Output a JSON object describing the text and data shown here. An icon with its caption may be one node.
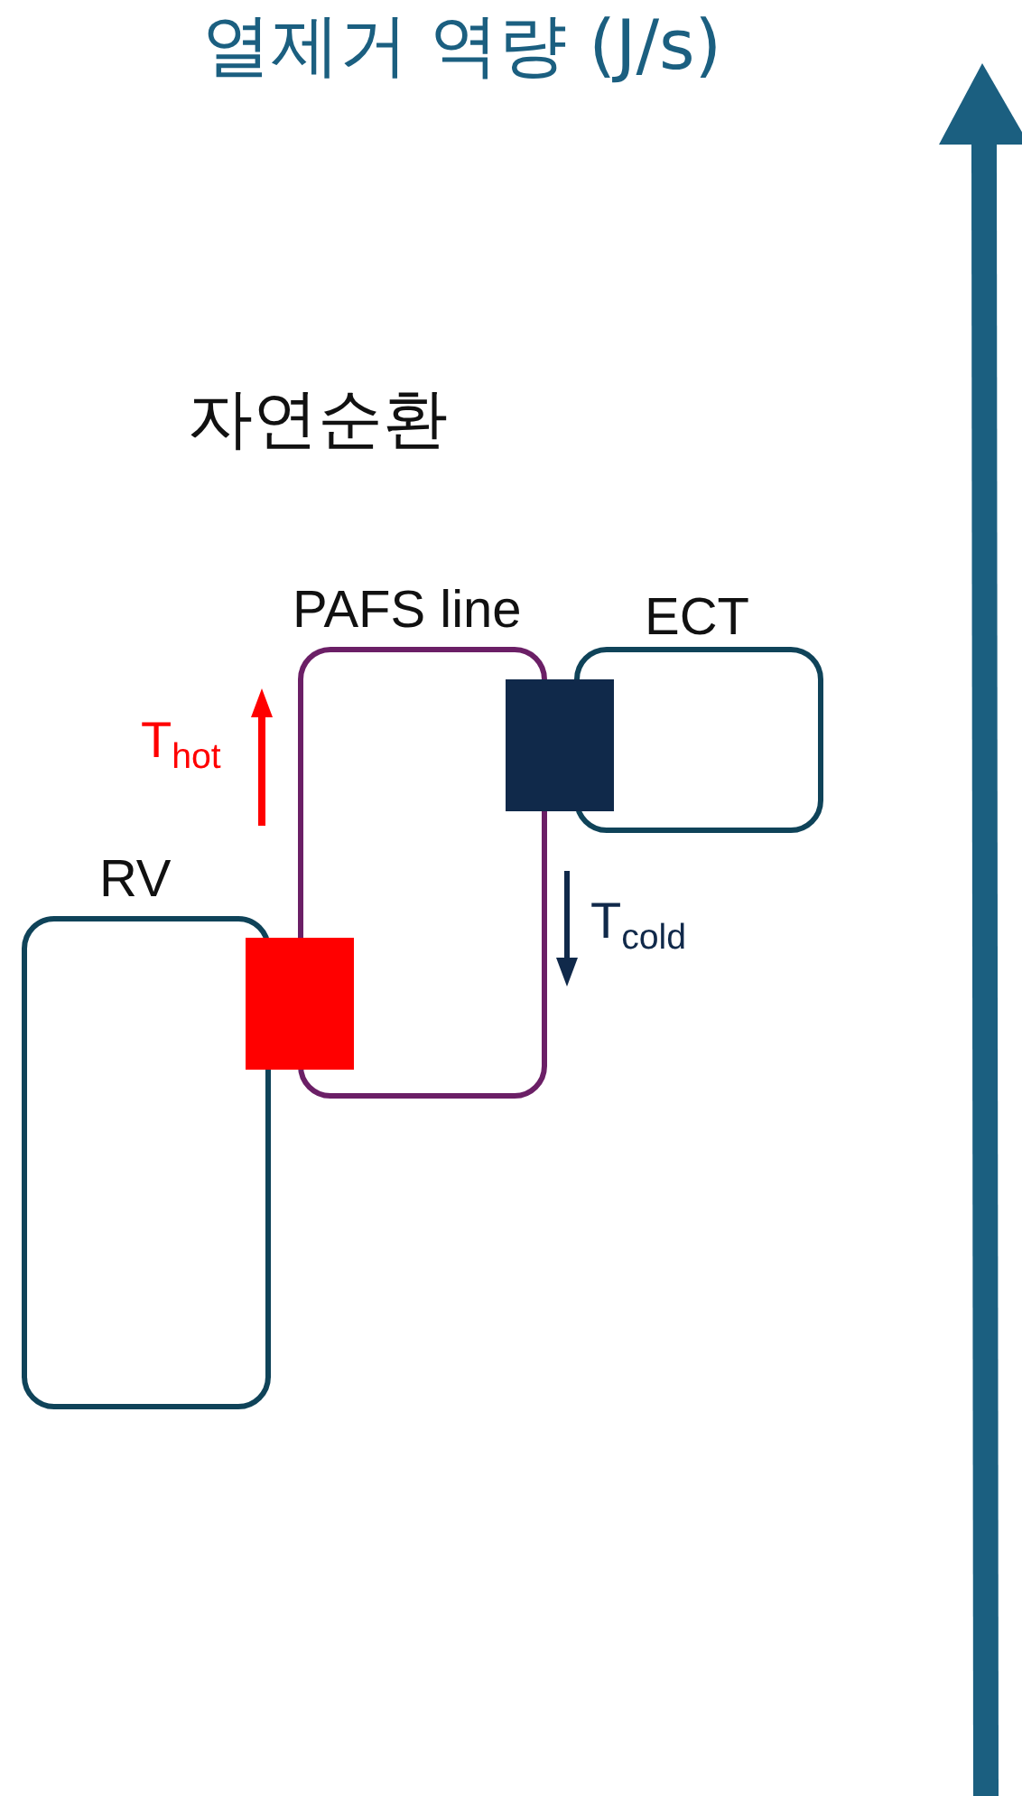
{
  "diagram": {
    "title": "열제거 역량 (J/s)",
    "nodes": [
      {
        "text": [
          "PAFS line"
        ]
      },
      {
        "text": [
          "ECT"
        ]
      },
      {
        "text": [],
        "shape": "box"
      },
      {
        "text": [
          "RV"
        ]
      },
      {
        "text": [],
        "shape": "box"
      }
    ],
    "labels": [
      "자연순환",
      "T$_{hot}$",
      "T$_{cold}$"
    ]
  }
}
